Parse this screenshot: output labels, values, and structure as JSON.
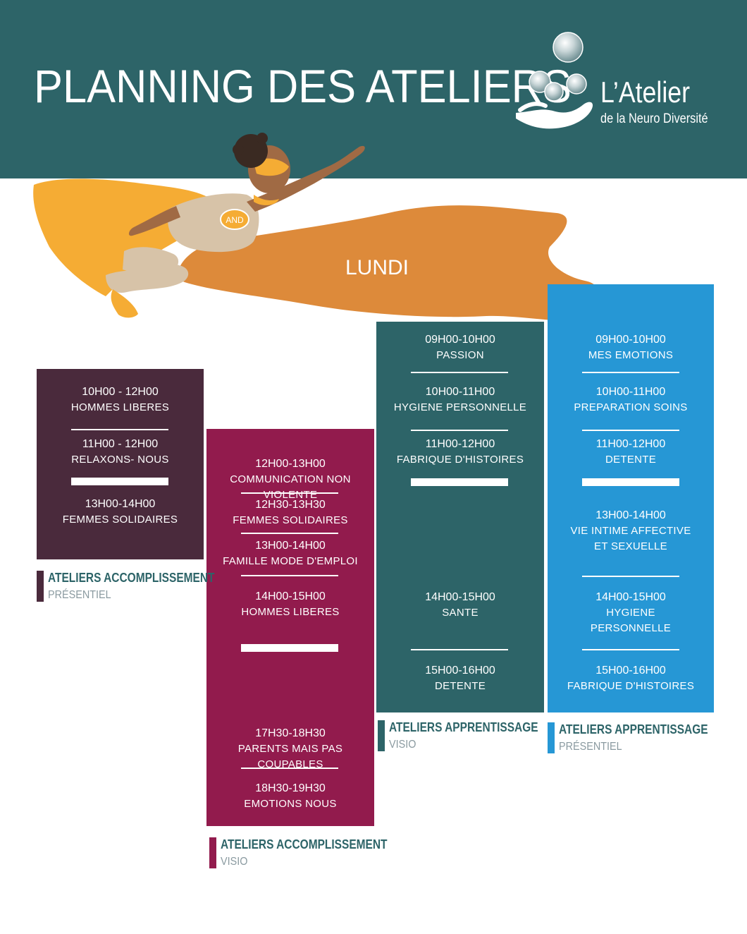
{
  "header": {
    "title": "PLANNING DES ATELIERS"
  },
  "logo": {
    "name": "L’Atelier",
    "subtitle": "de la Neuro Diversité",
    "badge": "AND"
  },
  "day": "LUNDI",
  "colors": {
    "header": "#2d6468",
    "plum": "#4a2a3c",
    "magenta": "#921b4d",
    "teal": "#2d6468",
    "blue": "#2697d5",
    "cape": "#f5ac34",
    "banner": "#dd8a3a"
  },
  "columns": [
    {
      "slots": [
        {
          "time": "10H00 - 12H00",
          "name": "HOMMES LIBERES"
        },
        {
          "time": "11H00 - 12H00",
          "name": "RELAXONS- NOUS"
        },
        {
          "time": "13H00-14H00",
          "name": "FEMMES SOLIDAIRES"
        }
      ]
    },
    {
      "slots": [
        {
          "time": "12H00-13H00",
          "name": "COMMUNICATION NON VIOLENTE"
        },
        {
          "time": "12H30-13H30",
          "name": "FEMMES SOLIDAIRES"
        },
        {
          "time": "13H00-14H00",
          "name": "FAMILLE MODE D'EMPLOI"
        },
        {
          "time": "14H00-15H00",
          "name": "HOMMES  LIBERES"
        },
        {
          "time": "17H30-18H30",
          "name": "PARENTS MAIS PAS COUPABLES"
        },
        {
          "time": "18H30-19H30",
          "name": "EMOTIONS NOUS"
        }
      ]
    },
    {
      "slots": [
        {
          "time": "09H00-10H00",
          "name": "PASSION"
        },
        {
          "time": "10H00-11H00",
          "name": "HYGIENE PERSONNELLE"
        },
        {
          "time": "11H00-12H00",
          "name": "FABRIQUE D'HISTOIRES"
        },
        {
          "time": "14H00-15H00",
          "name": "SANTE"
        },
        {
          "time": "15H00-16H00",
          "name": "DETENTE"
        }
      ]
    },
    {
      "slots": [
        {
          "time": "09H00-10H00",
          "name": "MES EMOTIONS"
        },
        {
          "time": "10H00-11H00",
          "name": "PREPARATION SOINS"
        },
        {
          "time": "11H00-12H00",
          "name": "DETENTE"
        },
        {
          "time": "13H00-14H00",
          "name": "VIE INTIME AFFECTIVE",
          "name2": "ET SEXUELLE"
        },
        {
          "time": "14H00-15H00",
          "name": "HYGIENE",
          "name2": "PERSONNELLE"
        },
        {
          "time": "15H00-16H00",
          "name": "FABRIQUE D'HISTOIRES"
        }
      ]
    }
  ],
  "legends": [
    {
      "title": "ATELIERS ACCOMPLISSEMENT",
      "mode": "PRÉSENTIEL",
      "color": "#4a2a3c"
    },
    {
      "title": "ATELIERS ACCOMPLISSEMENT",
      "mode": "VISIO",
      "color": "#921b4d"
    },
    {
      "title": "ATELIERS APPRENTISSAGE",
      "mode": "VISIO",
      "color": "#2d6468"
    },
    {
      "title": "ATELIERS APPRENTISSAGE",
      "mode": "PRÉSENTIEL",
      "color": "#2697d5"
    }
  ]
}
